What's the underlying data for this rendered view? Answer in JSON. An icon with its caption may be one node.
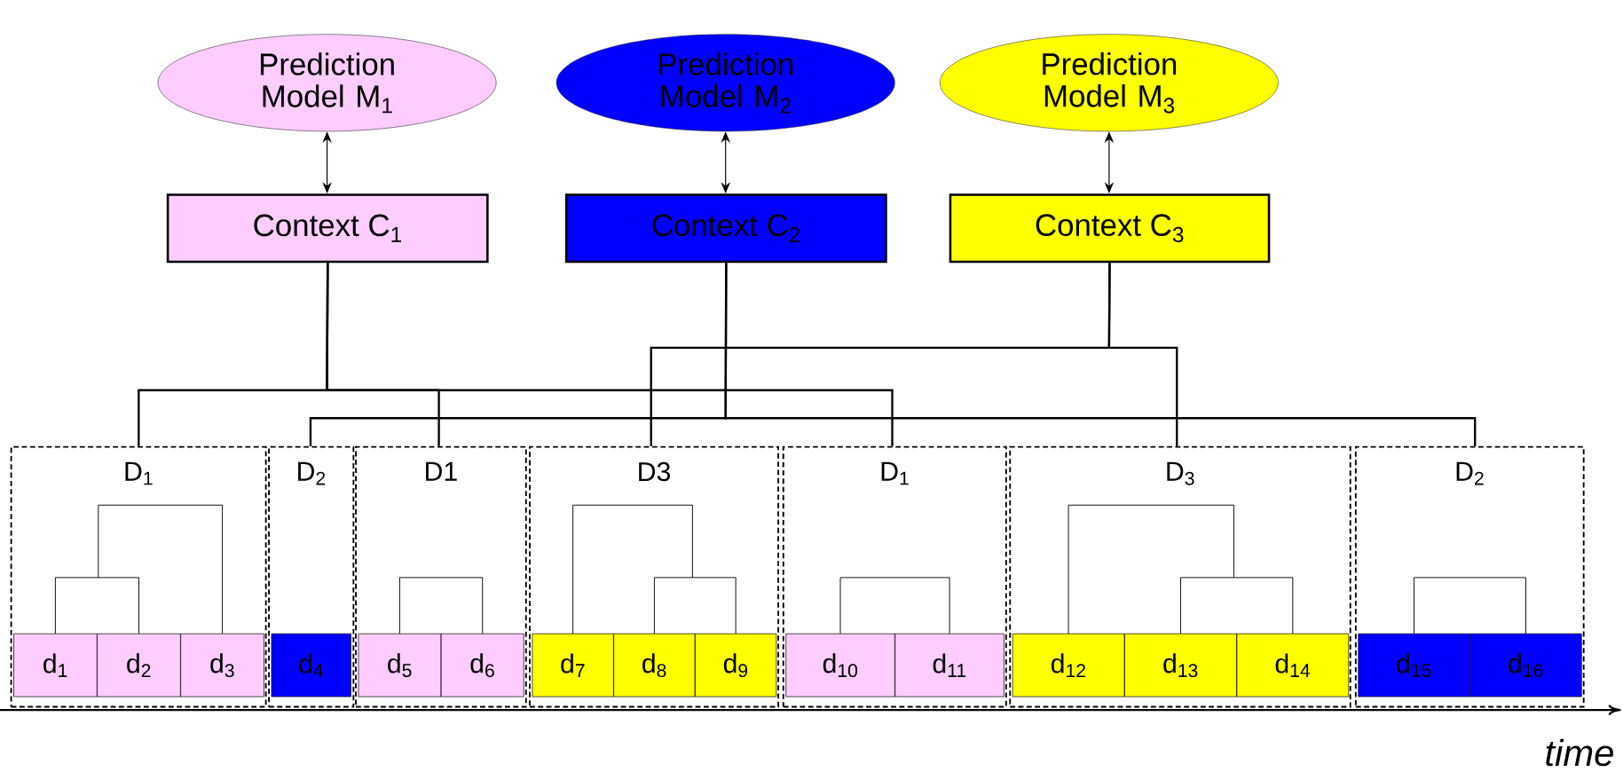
{
  "diagram": {
    "nodes": [
      {
        "text": [
          "Prediction Model M$_{1}$"
        ]
      },
      {
        "text": [
          "Prediction Model M$_{2}$"
        ]
      },
      {
        "text": [
          "Prediction Model M$_{3}$"
        ]
      },
      {
        "text": [
          "Context C$_{1}$"
        ]
      },
      {
        "text": [
          "Context C$_{2}$"
        ]
      },
      {
        "text": [
          "Context C$_{3}$"
        ]
      },
      {
        "text": [
          "D$_{1}$"
        ]
      },
      {
        "text": [
          "D$_{2}$"
        ]
      },
      {
        "text": [
          "D1"
        ]
      },
      {
        "text": [
          "D3"
        ]
      },
      {
        "text": [
          "D$_{1}$"
        ]
      },
      {
        "text": [
          "D$_{3}$"
        ]
      },
      {
        "text": [
          "D$_{2}$"
        ]
      },
      {
        "text": [
          "d$_{1}$"
        ],
        "in": 6
      },
      {
        "text": [
          "d$_{2}$"
        ],
        "in": 6
      },
      {
        "text": [
          "d$_{3}$"
        ],
        "in": 6
      },
      {
        "text": [
          "d$_{4}$"
        ],
        "in": 7
      },
      {
        "text": [
          "d$_{5}$"
        ],
        "in": 8
      },
      {
        "text": [
          "d$_{6}$"
        ],
        "in": 8
      },
      {
        "text": [
          "d$_{7}$"
        ],
        "in": 9
      },
      {
        "text": [
          "d$_{8}$"
        ],
        "in": 9
      },
      {
        "text": [
          "d$_{9}$"
        ],
        "in": 9
      },
      {
        "text": [
          "d$_{10}$"
        ],
        "in": 10
      },
      {
        "text": [
          "d$_{11}$"
        ],
        "in": 10
      },
      {
        "text": [
          "d$_{12}$"
        ],
        "in": 11
      },
      {
        "text": [
          "d$_{13}$"
        ],
        "in": 11
      },
      {
        "text": [
          "d$_{14}$"
        ],
        "in": 11
      },
      {
        "text": [
          "d$_{15}$"
        ],
        "in": 12
      },
      {
        "text": [
          "d$_{16}$"
        ],
        "in": 12
      }
    ],
    "edges": [
      {
        "from": 0,
        "to": 3,
        "arrow": "both"
      },
      {
        "from": 1,
        "to": 4,
        "arrow": "both"
      },
      {
        "from": 2,
        "to": 5,
        "arrow": "both"
      },
      {
        "from": 3,
        "to": 6,
        "arrow": "none"
      },
      {
        "from": 3,
        "to": 8,
        "arrow": "none"
      },
      {
        "from": 3,
        "to": 10,
        "arrow": "none"
      },
      {
        "from": 4,
        "to": 7,
        "arrow": "none"
      },
      {
        "from": 4,
        "to": 12,
        "arrow": "none"
      },
      {
        "from": 5,
        "to": 9,
        "arrow": "none"
      },
      {
        "from": 5,
        "to": 11,
        "arrow": "none"
      },
      {
        "from": 13,
        "to": 14,
        "arrow": "none"
      },
      {
        "from": 15,
        "to": null,
        "arrow": "none"
      },
      {
        "from": 17,
        "to": 18,
        "arrow": "none"
      },
      {
        "from": 20,
        "to": 21,
        "arrow": "none"
      },
      {
        "from": 19,
        "to": null,
        "arrow": "none"
      },
      {
        "from": 22,
        "to": 23,
        "arrow": "none"
      },
      {
        "from": 25,
        "to": 26,
        "arrow": "none"
      },
      {
        "from": 24,
        "to": null,
        "arrow": "none"
      },
      {
        "from": 27,
        "to": 28,
        "arrow": "none"
      }
    ],
    "labels": [
      "time"
    ]
  }
}
